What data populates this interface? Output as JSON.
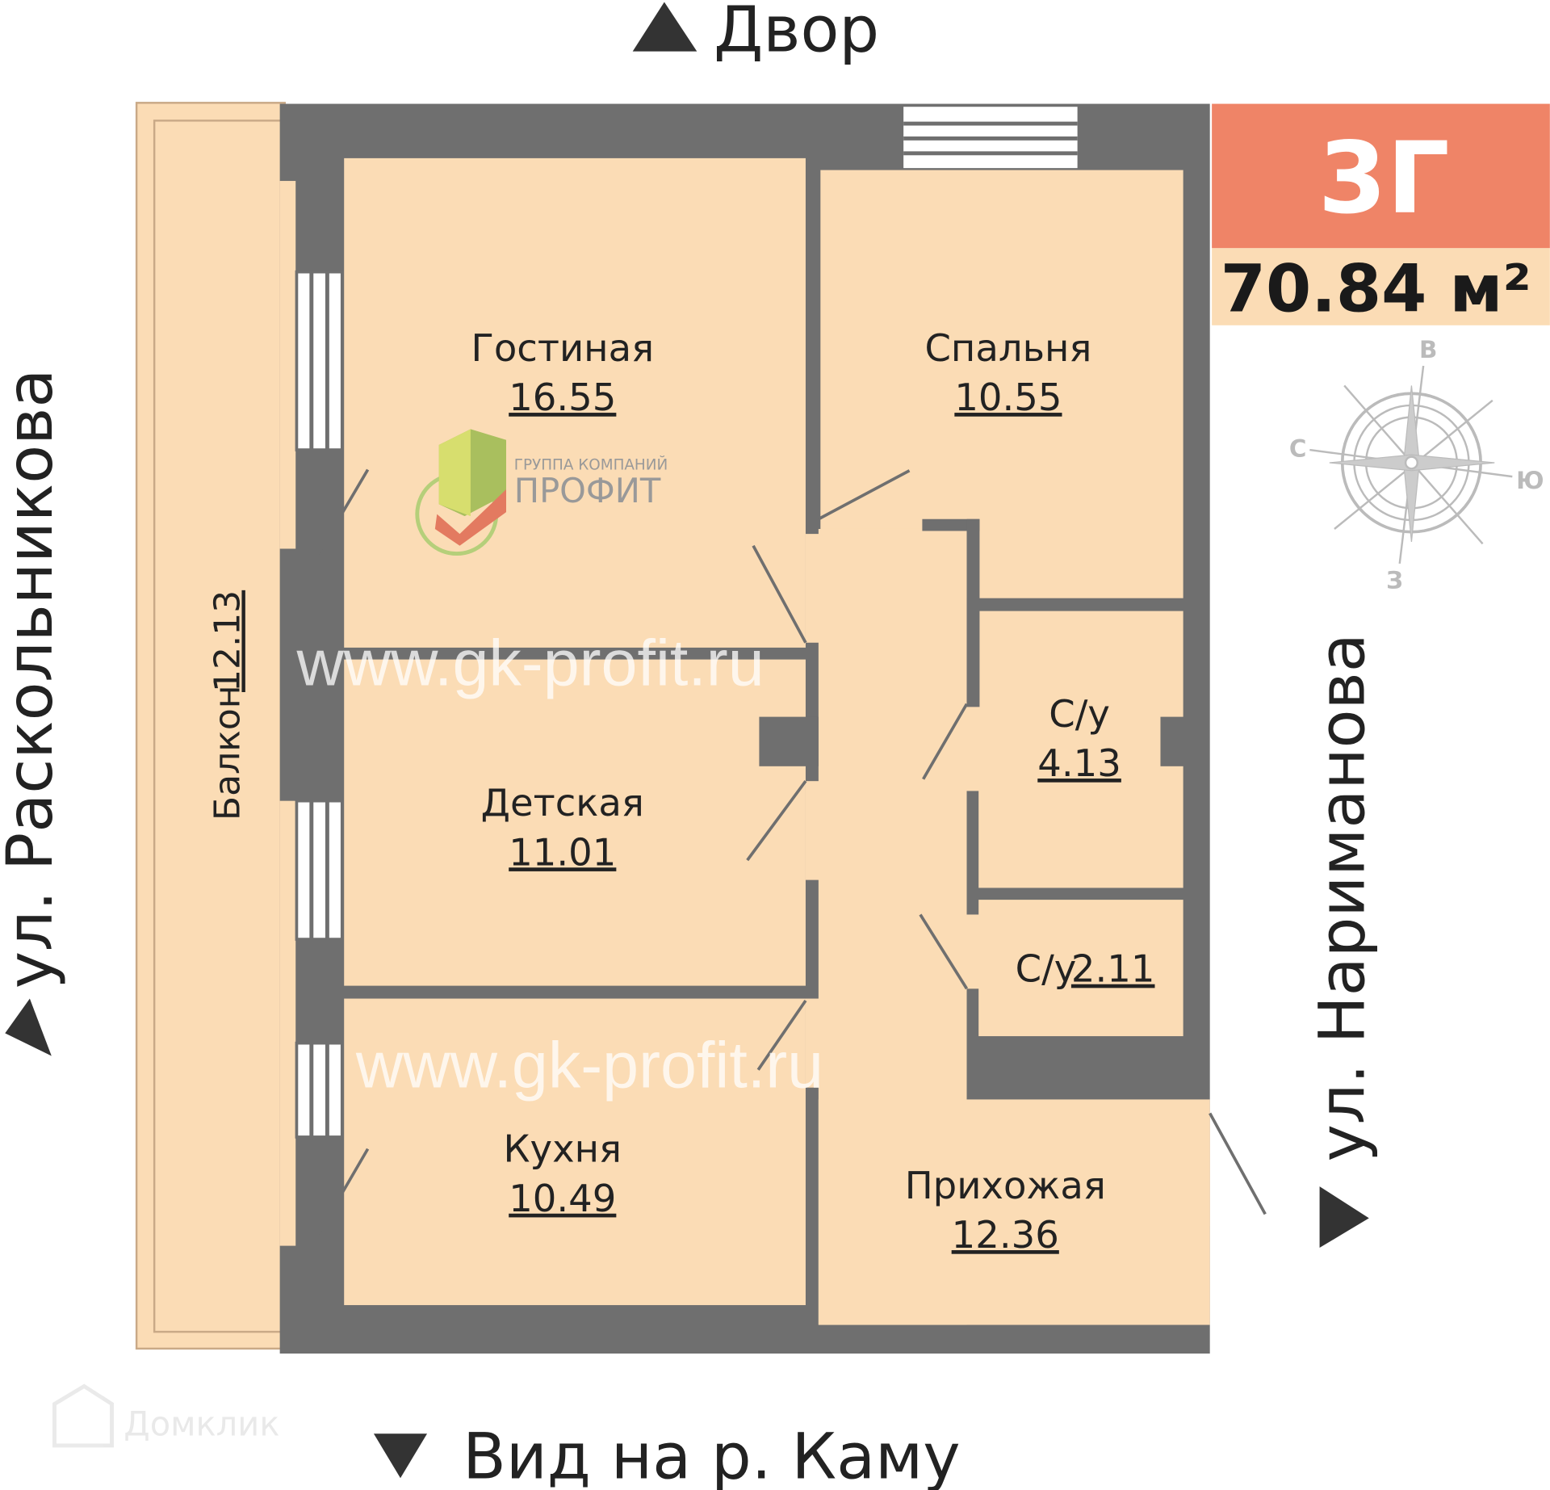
{
  "directions": {
    "top": "Двор",
    "left": "ул. Раскольникова",
    "right": "ул. Нариманова",
    "bottom": "Вид на р. Каму"
  },
  "badge": {
    "apartment_code": "3Г",
    "area": "70.84 м²",
    "color": "#ef8467"
  },
  "rooms": [
    {
      "name": "Гостиная",
      "area": "16.55"
    },
    {
      "name": "Спальня",
      "area": "10.55"
    },
    {
      "name": "Детская",
      "area": "11.01"
    },
    {
      "name": "Кухня",
      "area": "10.49"
    },
    {
      "name": "С/у",
      "area": "4.13"
    },
    {
      "name": "С/у",
      "area": "2.11"
    },
    {
      "name": "Прихожая",
      "area": "12.36"
    }
  ],
  "balcony": {
    "name": "Балкон",
    "area": "12.13"
  },
  "compass": {
    "n": "В",
    "w": "С",
    "e": "Ю",
    "s": "З"
  },
  "logo": {
    "subtitle": "ГРУППА КОМПАНИЙ",
    "name": "ПРОФИТ"
  },
  "watermark": "www.gk-profit.ru",
  "source_watermark": "Домклик",
  "colors": {
    "wall": "#6f6f6f",
    "room": "#fbdcb5",
    "accent": "#ef8467"
  }
}
